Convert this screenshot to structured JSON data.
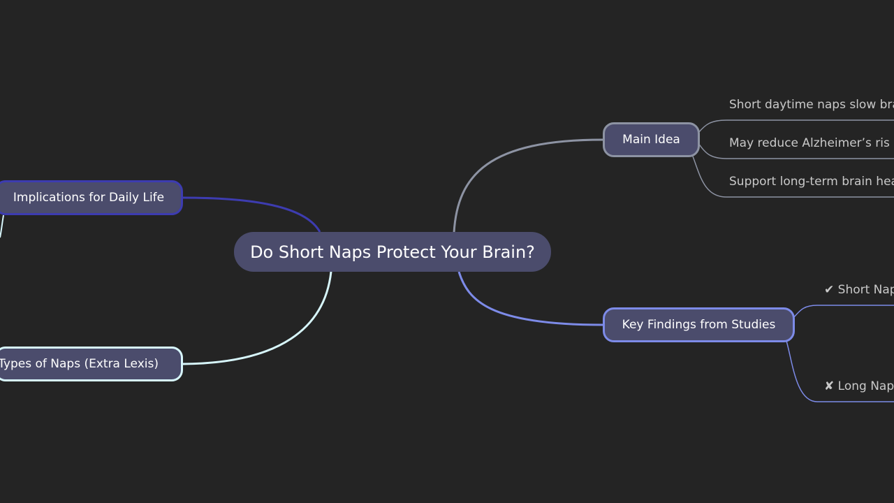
{
  "root": {
    "label": "Do Short Naps Protect Your Brain?"
  },
  "main_idea": {
    "label": "Main Idea",
    "items": [
      "Short daytime naps slow bra",
      "May reduce Alzheimer’s ris",
      "Support long-term brain hea"
    ]
  },
  "key_findings": {
    "label": "Key Findings from Studies",
    "items": [
      "✔ Short Nap",
      "✘ Long Nap"
    ]
  },
  "implications": {
    "label": "Implications for Daily Life"
  },
  "types": {
    "label": "Types of Naps (Extra Lexis)"
  },
  "colors": {
    "background": "#242424",
    "node_fill": "#4b4c6c",
    "main_idea": "#8d93a3",
    "key_findings": "#7d8be8",
    "implications": "#3d3cb0",
    "types": "#d7f6fb"
  }
}
